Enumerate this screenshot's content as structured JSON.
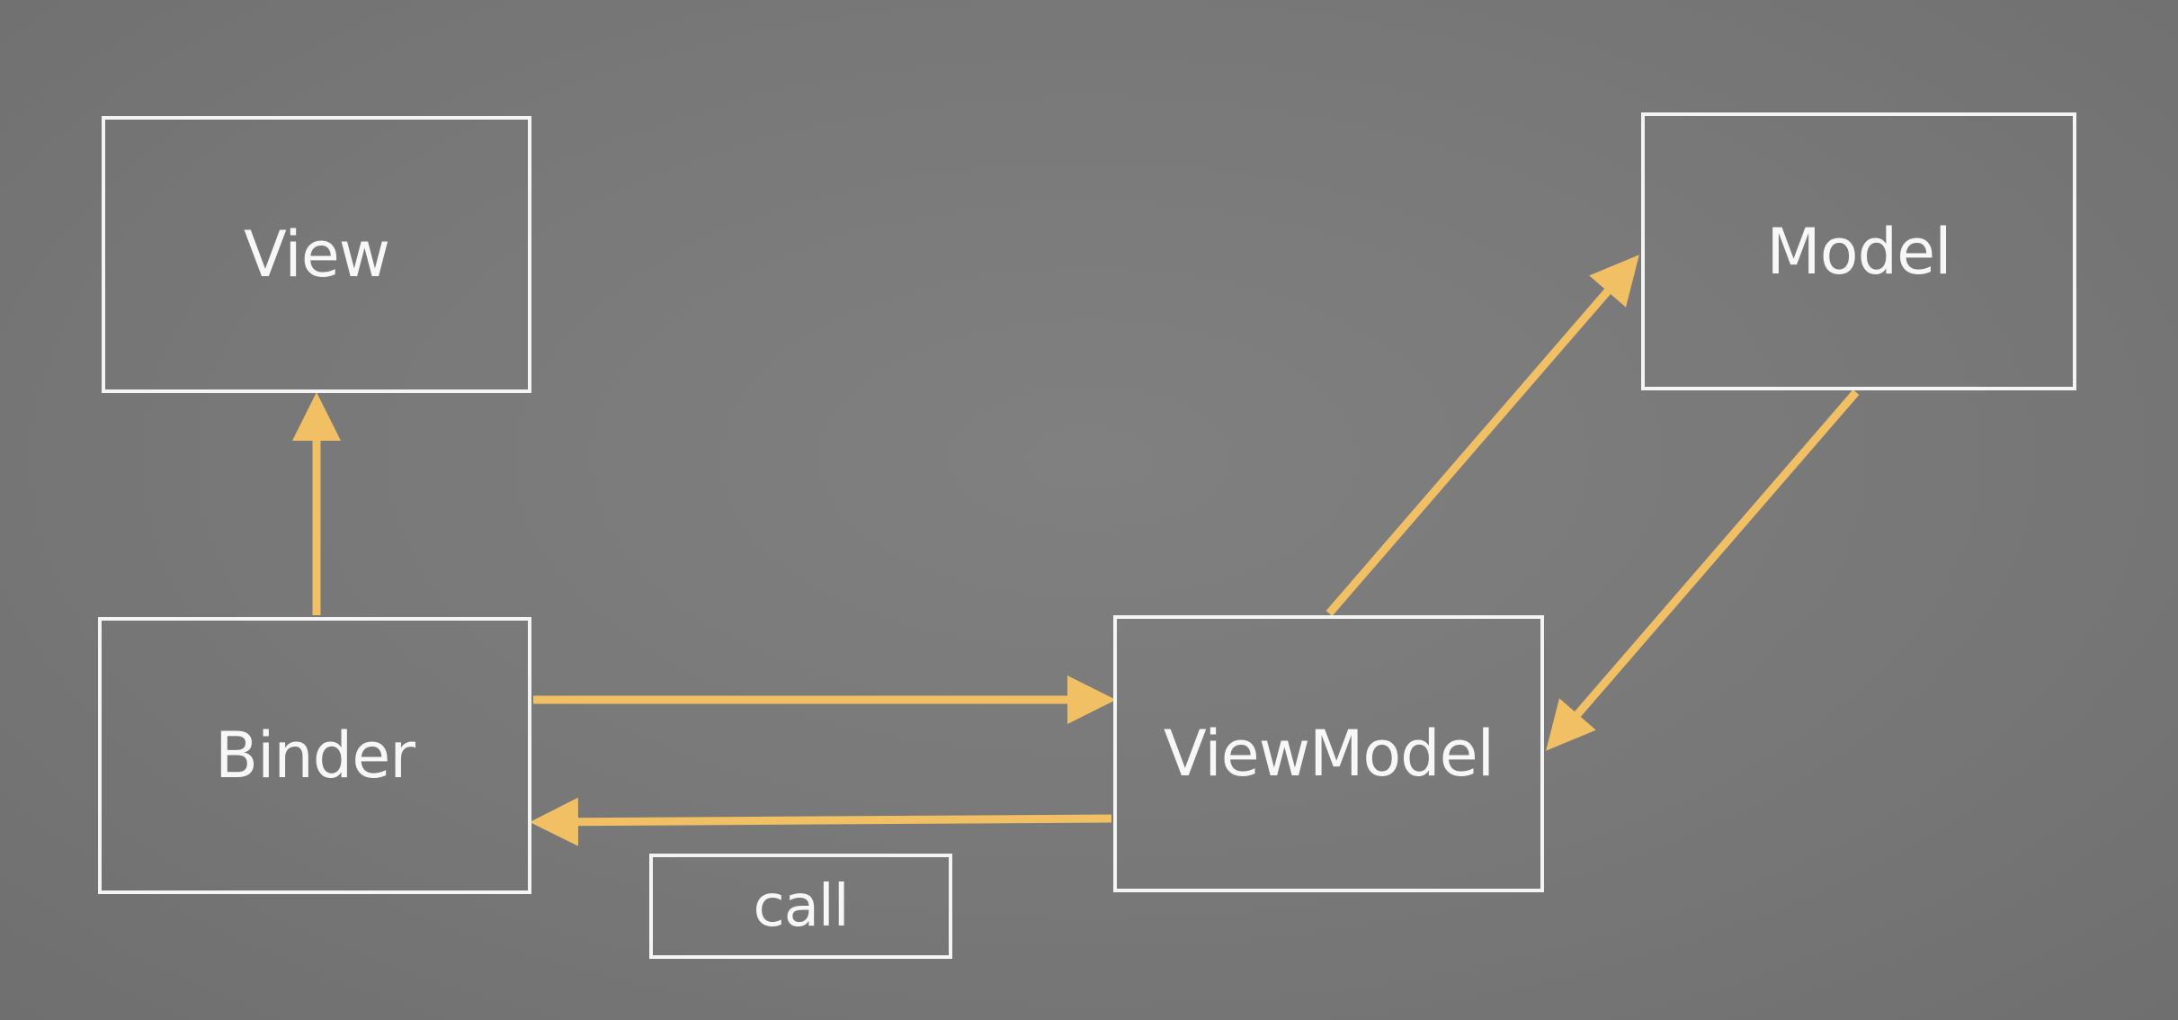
{
  "nodes": {
    "view": "View",
    "model": "Model",
    "binder": "Binder",
    "viewmodel": "ViewModel",
    "call": "call"
  },
  "colors": {
    "background": "#7a7a7a",
    "border": "#f4f4f4",
    "text": "#f7f7f7",
    "arrow": "#f2c064"
  },
  "edges": [
    {
      "from": "binder",
      "to": "view"
    },
    {
      "from": "binder",
      "to": "viewmodel"
    },
    {
      "from": "viewmodel",
      "to": "binder"
    },
    {
      "from": "viewmodel",
      "to": "model"
    },
    {
      "from": "model",
      "to": "viewmodel"
    }
  ]
}
